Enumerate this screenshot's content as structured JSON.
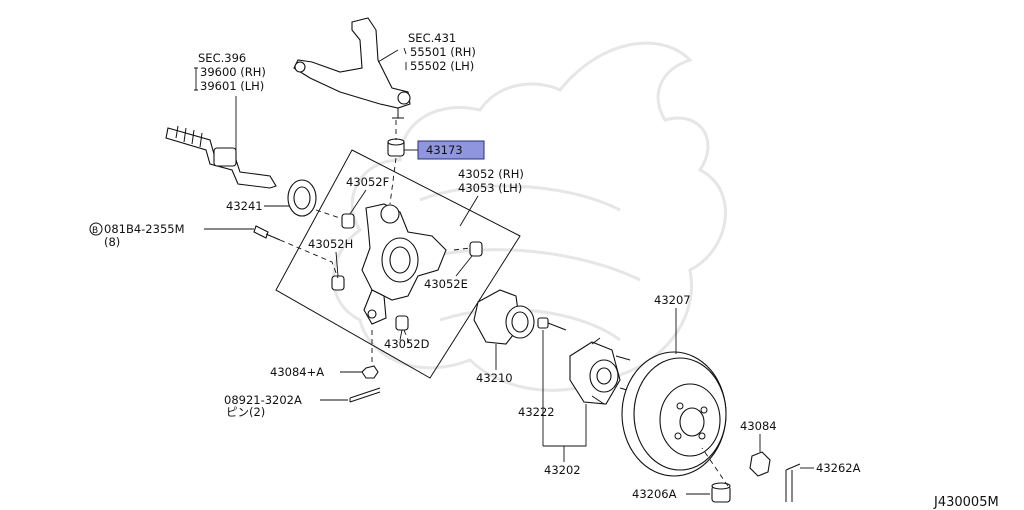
{
  "diagram_id": "J430005M",
  "labels": {
    "sec431": "SEC.431",
    "p55501": "55501 (RH)",
    "p55502": "55502 (LH)",
    "sec396": "SEC.396",
    "p39600": "39600 (RH)",
    "p39601": "39601 (LH)",
    "p43173": "43173",
    "p43052f": "43052F",
    "p43052rh": "43052 (RH)",
    "p43053lh": "43053 (LH)",
    "p43241": "43241",
    "bolt_ref": "081B4-2355M",
    "bolt_qty": "(8)",
    "p43052h": "43052H",
    "p43052e": "43052E",
    "p43052d": "43052D",
    "p43084a": "43084+A",
    "pin_ref": "08921-3202A",
    "pin_qty": "ピン(2)",
    "p43210": "43210",
    "p43222": "43222",
    "p43202": "43202",
    "p43207": "43207",
    "p43084": "43084",
    "p43262a": "43262A",
    "p43206a": "43206A"
  },
  "highlight_color": "#8f96dd"
}
